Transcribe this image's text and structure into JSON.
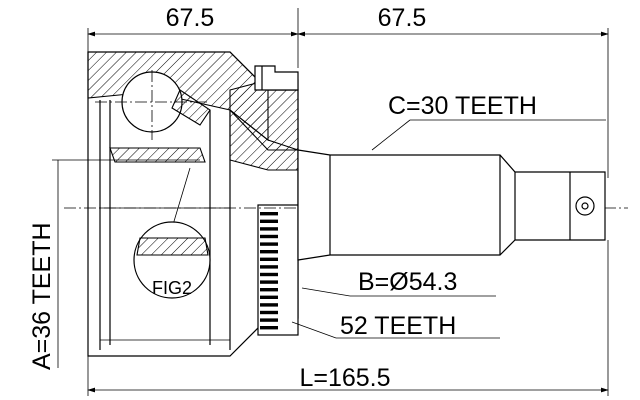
{
  "dimensions": {
    "top_left": "67.5",
    "top_right": "67.5",
    "total_length": "L=165.5",
    "spline_outer": "A=36 TEETH",
    "spline_shaft": "C=30 TEETH",
    "abs_diameter": "B=Ø54.3",
    "abs_teeth": "52 TEETH"
  },
  "figure_label": "FIG2"
}
